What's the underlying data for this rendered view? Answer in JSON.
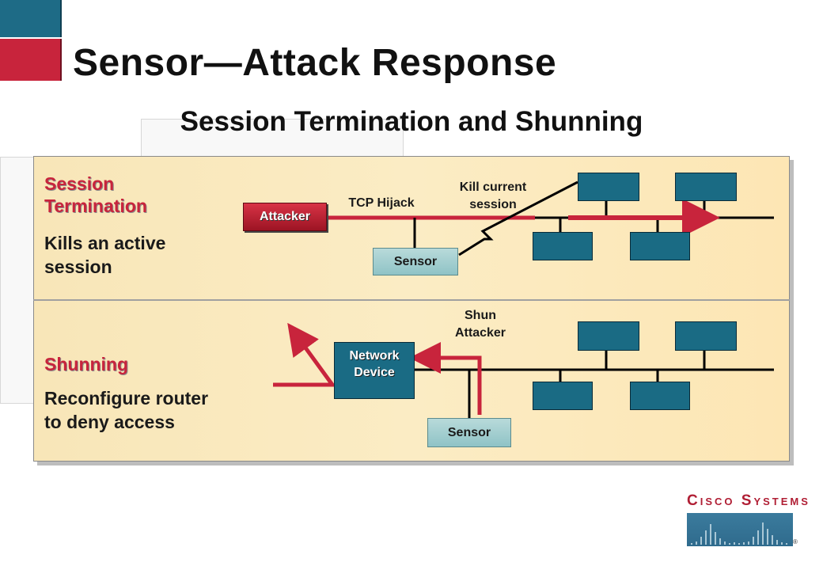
{
  "title": "Sensor—Attack Response",
  "subtitle": "Session Termination and Shunning",
  "colors": {
    "accent_red": "#c8243c",
    "network_blue": "#1a6b84",
    "sensor_teal": "#9fcccf",
    "panel_fill": "#fbecc4"
  },
  "session_termination": {
    "heading_line1": "Session",
    "heading_line2": "Termination",
    "description_line1": "Kills an active",
    "description_line2": "session",
    "attacker_label": "Attacker",
    "hijack_label": "TCP Hijack",
    "kill_label_line1": "Kill current",
    "kill_label_line2": "session",
    "sensor_label": "Sensor"
  },
  "shunning": {
    "heading": "Shunning",
    "description_line1": "Reconfigure router",
    "description_line2": "to deny access",
    "network_device_line1": "Network",
    "network_device_line2": "Device",
    "shun_label_line1": "Shun",
    "shun_label_line2": "Attacker",
    "sensor_label": "Sensor"
  },
  "logo": {
    "text": "Cisco Systems",
    "registered": "®"
  }
}
